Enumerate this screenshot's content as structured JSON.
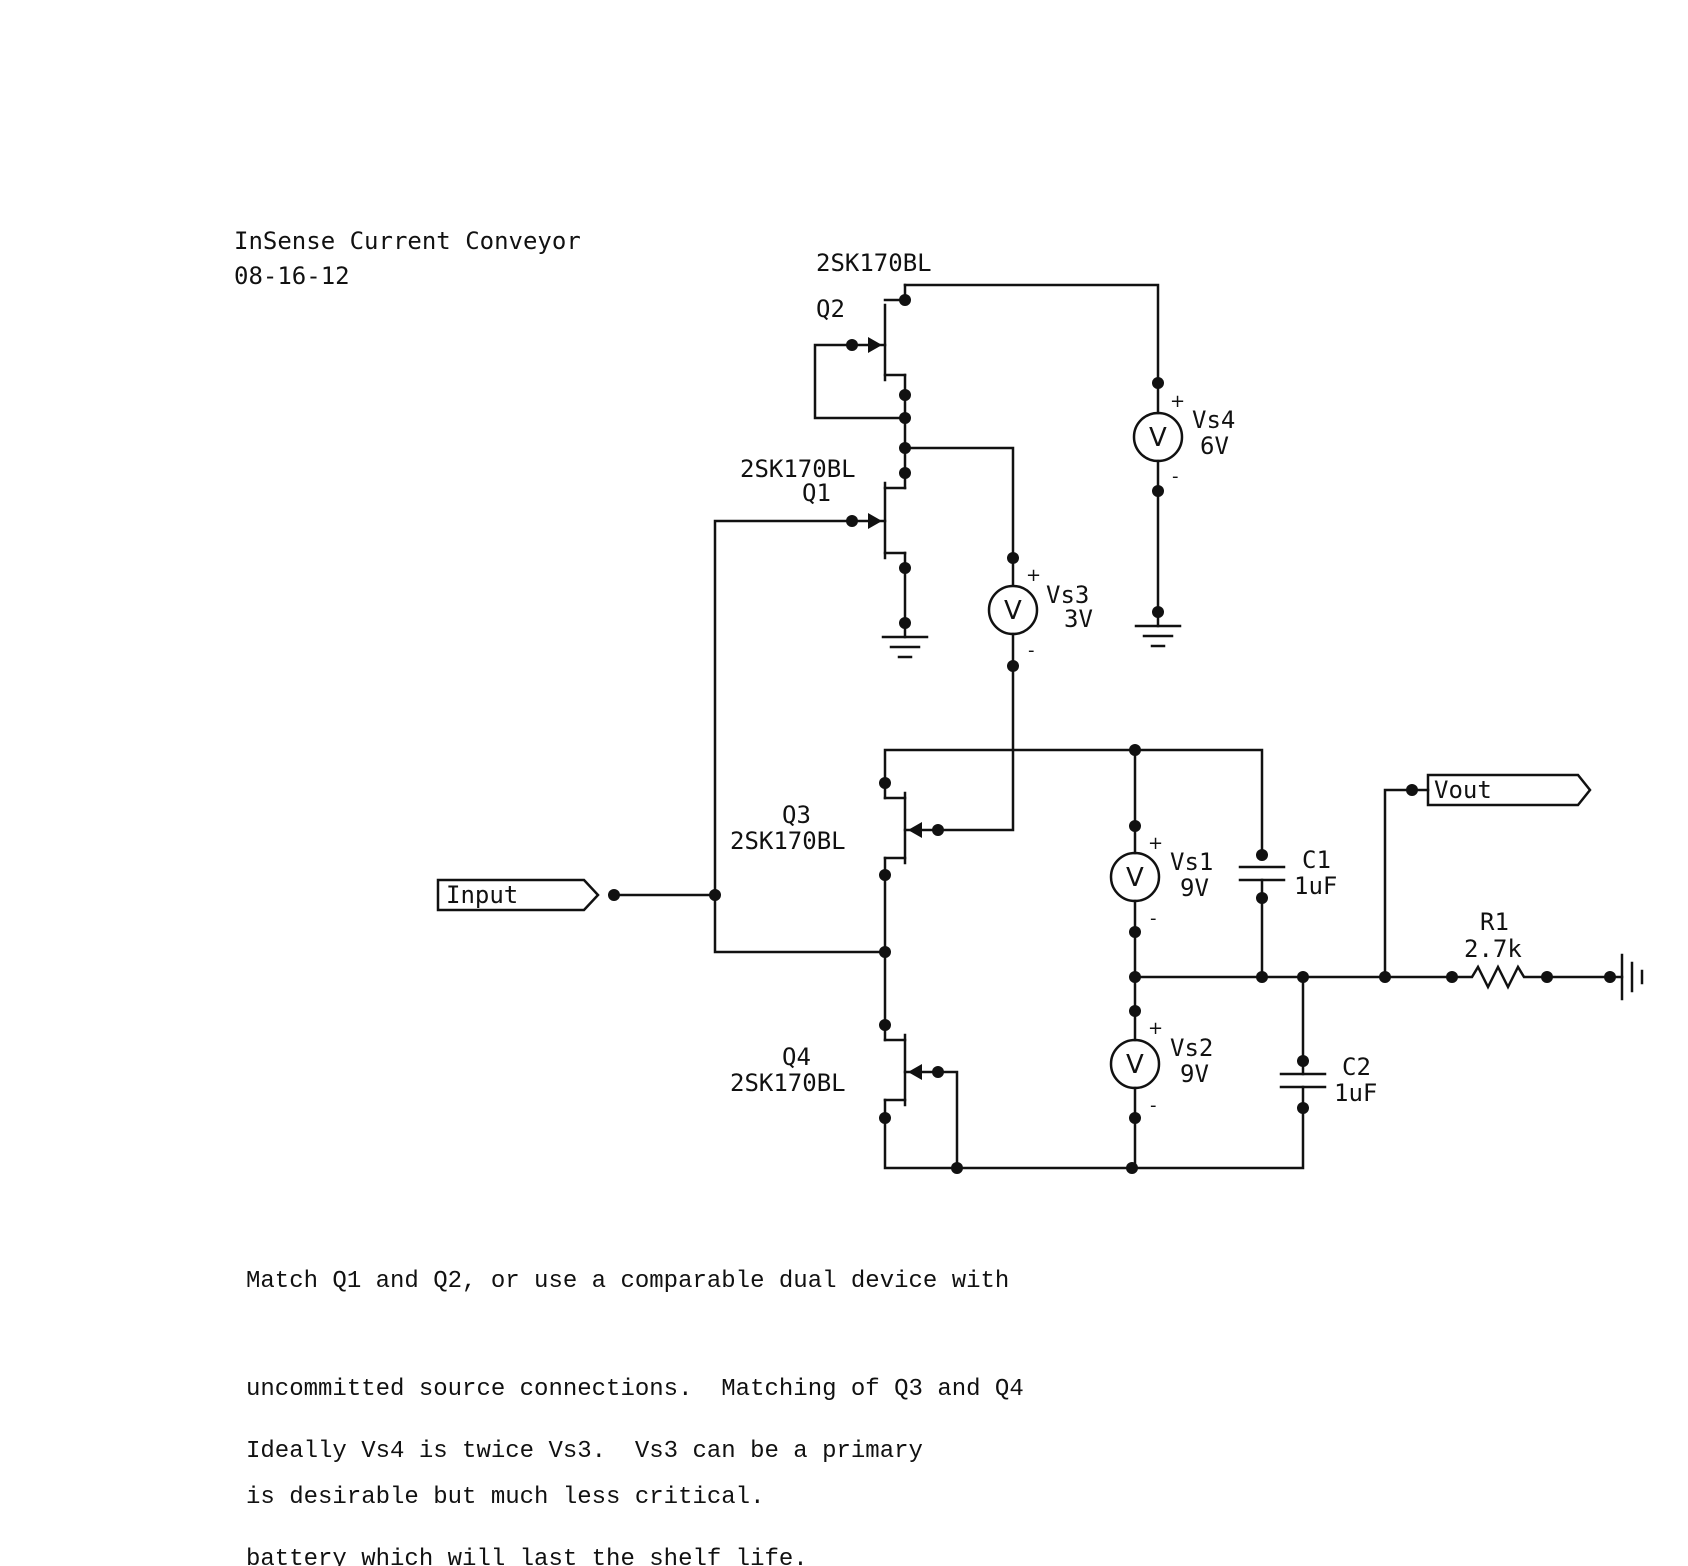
{
  "title": {
    "line1": "InSense Current Conveyor",
    "line2": "08-16-12"
  },
  "components": {
    "q1": {
      "ref": "Q1",
      "part": "2SK170BL"
    },
    "q2": {
      "ref": "Q2",
      "part": "2SK170BL"
    },
    "q3": {
      "ref": "Q3",
      "part": "2SK170BL"
    },
    "q4": {
      "ref": "Q4",
      "part": "2SK170BL"
    },
    "vs1": {
      "ref": "Vs1",
      "value": "9V"
    },
    "vs2": {
      "ref": "Vs2",
      "value": "9V"
    },
    "vs3": {
      "ref": "Vs3",
      "value": "3V"
    },
    "vs4": {
      "ref": "Vs4",
      "value": "6V"
    },
    "c1": {
      "ref": "C1",
      "value": "1uF"
    },
    "c2": {
      "ref": "C2",
      "value": "1uF"
    },
    "r1": {
      "ref": "R1",
      "value": "2.7k"
    }
  },
  "ports": {
    "input": "Input",
    "output": "Vout"
  },
  "symbols": {
    "plus": "+",
    "minus": "-",
    "voltmeter": "V"
  },
  "notes": {
    "matching": [
      "Match Q1 and Q2, or use a comparable dual device with",
      "uncommitted source connections.  Matching of Q3 and Q4",
      "is desirable but much less critical."
    ],
    "supply": [
      "Ideally Vs4 is twice Vs3.  Vs3 can be a primary",
      "battery which will last the shelf life."
    ]
  }
}
